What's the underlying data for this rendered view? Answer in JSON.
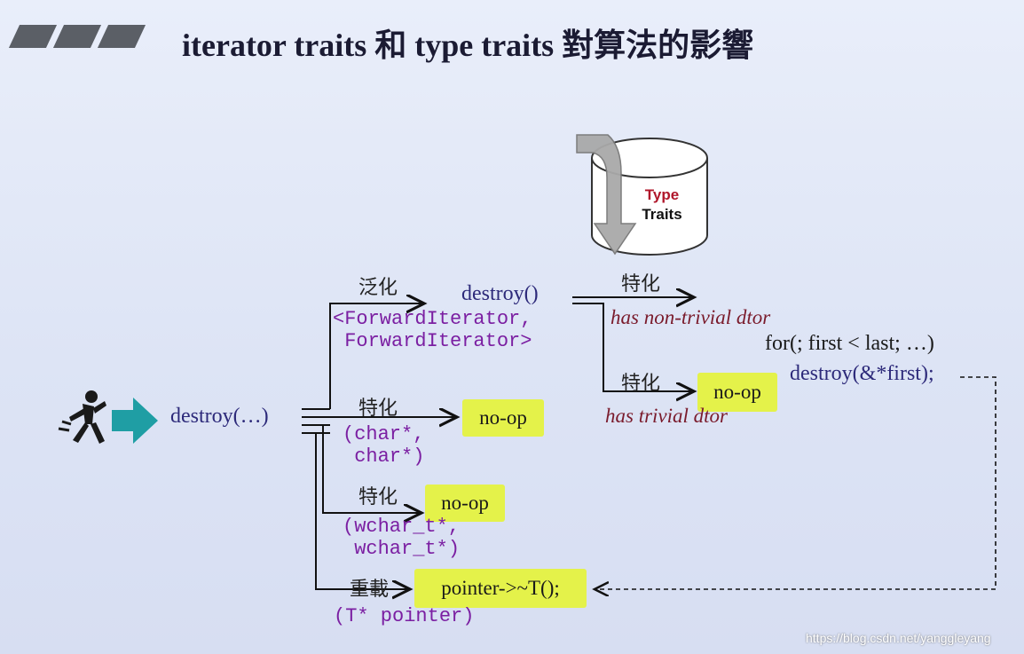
{
  "header": {
    "title": "iterator traits 和 type traits 對算法的影響"
  },
  "diagram": {
    "entry_call": "destroy(…)",
    "cylinder": {
      "line1": "Type",
      "line2": "Traits"
    },
    "branches": {
      "generic": {
        "tag": "泛化",
        "func": "destroy()",
        "params": "<ForwardIterator,\n ForwardIterator>"
      },
      "char": {
        "tag": "特化",
        "result": "no-op",
        "params": "(char*,\n char*)"
      },
      "wchar": {
        "tag": "特化",
        "result": "no-op",
        "params": "(wchar_t*,\n wchar_t*)"
      },
      "pointer": {
        "tag": "重載",
        "result": "pointer->~T();",
        "params": "(T* pointer)"
      }
    },
    "type_branches": {
      "nontrivial": {
        "tag": "特化",
        "condition": "has non-trivial dtor",
        "code_line1": "for(; first < last; …)",
        "code_line2": "destroy(&*first);"
      },
      "trivial": {
        "tag": "特化",
        "result": "no-op",
        "condition": "has trivial dtor"
      }
    }
  },
  "watermark": "https://blog.csdn.net/yanggleyang",
  "colors": {
    "arrow": "#1f9ea4",
    "highlight": "#e4f24a",
    "param": "#7b1fa2",
    "condition": "#7a1b2c"
  }
}
